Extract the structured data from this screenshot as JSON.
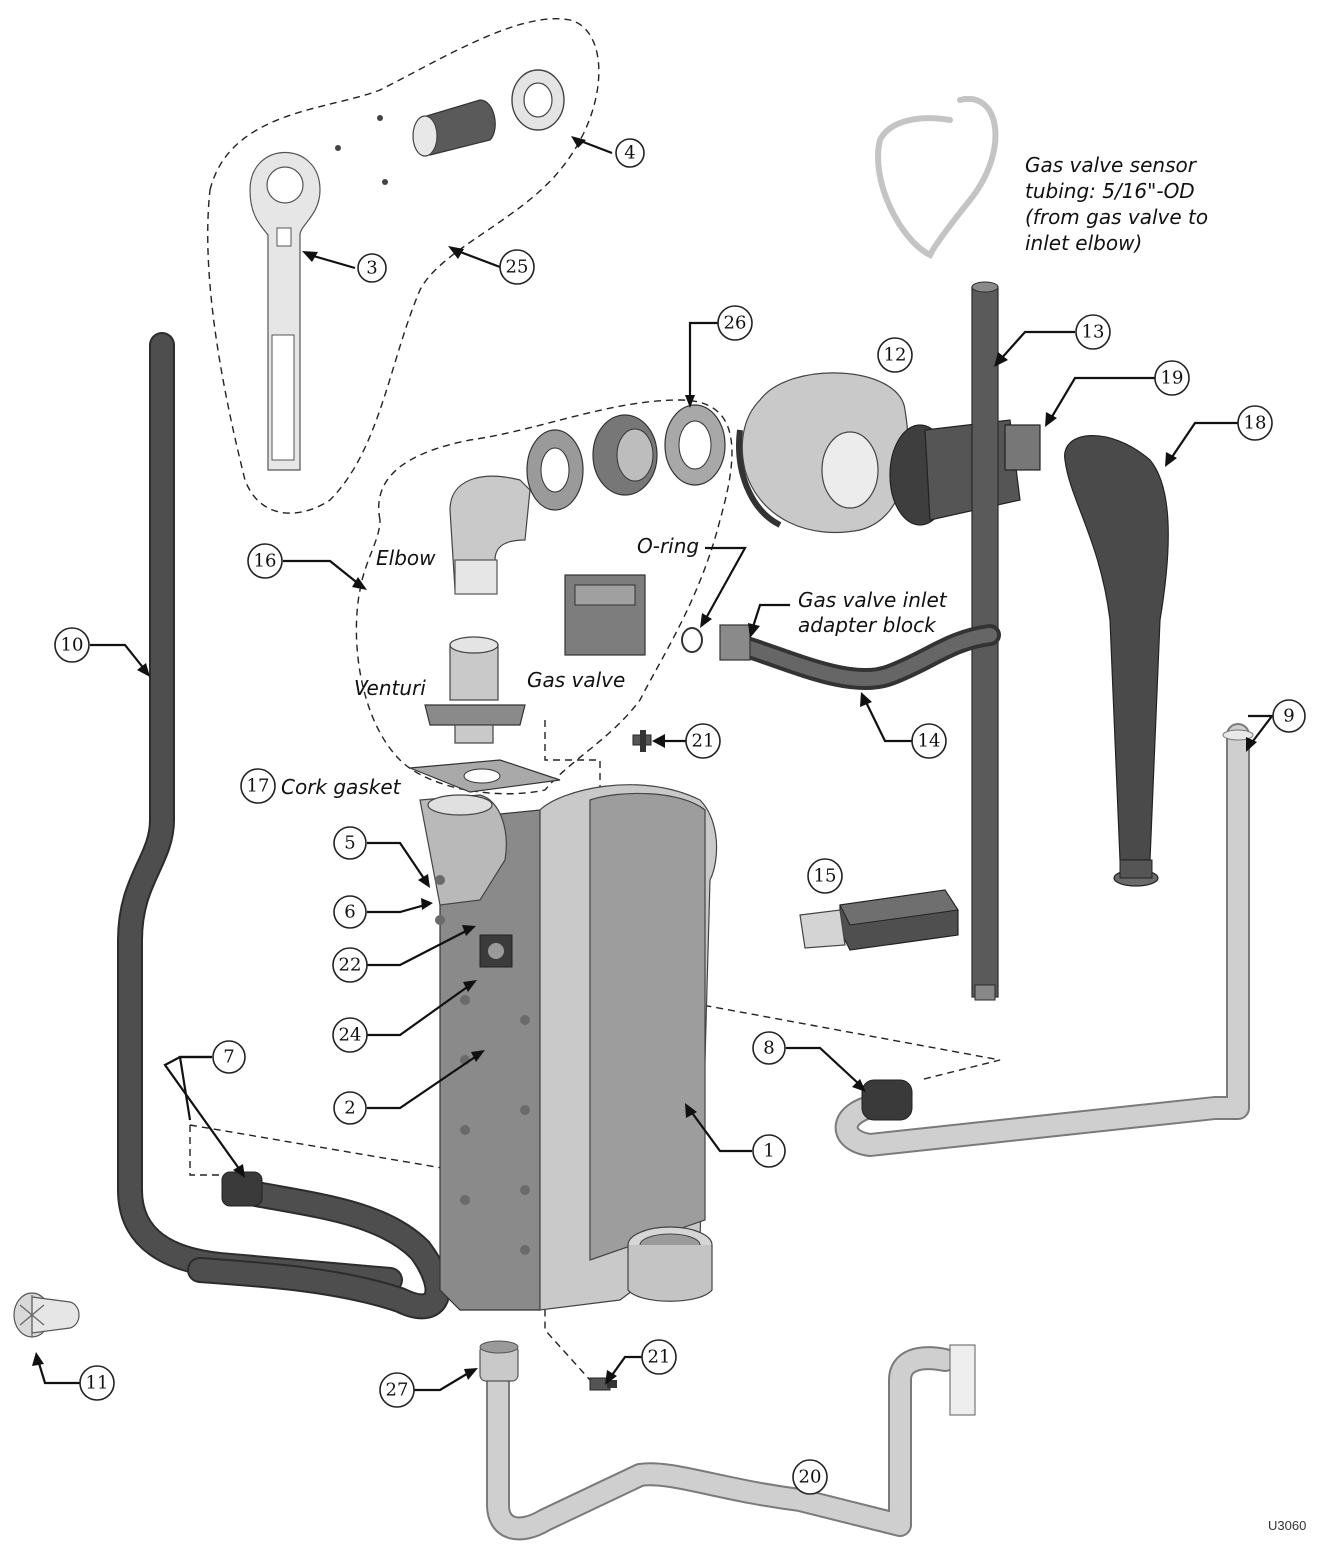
{
  "callouts": {
    "c1": "1",
    "c2": "2",
    "c3": "3",
    "c4": "4",
    "c5": "5",
    "c6": "6",
    "c7": "7",
    "c8": "8",
    "c9": "9",
    "c10": "10",
    "c11": "11",
    "c12": "12",
    "c13": "13",
    "c14": "14",
    "c15": "15",
    "c16": "16",
    "c17": "17",
    "c18": "18",
    "c19": "19",
    "c20": "20",
    "c21a": "21",
    "c21b": "21",
    "c22": "22",
    "c24": "24",
    "c25": "25",
    "c26": "26",
    "c27": "27"
  },
  "labels": {
    "sensor_tubing_1": "Gas valve sensor",
    "sensor_tubing_2": "tubing: 5/16\"-OD",
    "sensor_tubing_3": "(from gas valve to",
    "sensor_tubing_4": "inlet elbow)",
    "elbow": "Elbow",
    "venturi": "Venturi",
    "o_ring": "O-ring",
    "gas_valve": "Gas valve",
    "inlet_adapter_1": "Gas valve inlet",
    "inlet_adapter_2": "adapter block",
    "cork_gasket": "Cork gasket"
  },
  "figure_code": "U3060"
}
